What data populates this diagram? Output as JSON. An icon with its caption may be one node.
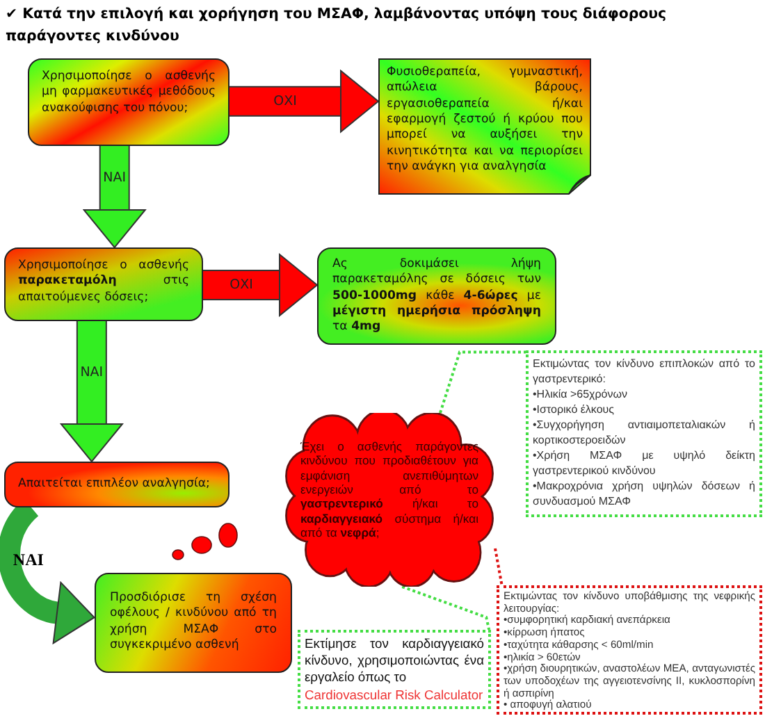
{
  "diagram": {
    "title": "✔ Κατά την επιλογή και χορήγηση του ΜΣΑΦ, λαμβάνοντας υπόψη τους διάφορους παράγοντες κινδύνου",
    "nodes": [
      {
        "text": [
          "Χρησιμοποίησε ο ασθενής μη φαρμακευτικές μεθόδους ανακούφισης του πόνου;"
        ]
      },
      {
        "text": [
          "Φυσιοθεραπεία, γυμναστική, απώλεια βάρους, εργασιοθεραπεία ή/και εφαρμογή ζεστού ή κρύου που μπορεί να αυξήσει την κινητικότητα και να περιορίσει την ανάγκη για αναλγησία"
        ]
      },
      {
        "text": [
          "Χρησιμοποίησε ο ασθενής **παρακεταμόλη** στις απαιτούμενες δόσεις;"
        ]
      },
      {
        "text": [
          "Ας δοκιμάσει λήψη παρακεταμόλης σε δόσεις των **500-1000mg** κάθε **4-6ώρες** με **μέγιστη ημερήσια πρόσληψη** τα **4mg**"
        ]
      },
      {
        "text": [
          "Απαιτείται επιπλέον αναλγησία;"
        ]
      },
      {
        "text": [
          "Έχει ο ασθενής παράγοντες κινδύνου που προδιαθέτουν για εμφάνιση ανεπιθύμητων ενεργειών από το **γαστρεντερικό** ή/και το **καρδιαγγειακό** σύστημα ή/και από τα **νεφρά**;"
        ]
      },
      {
        "text": [
          "Προσδιόρισε τη σχέση οφέλους / κινδύνου από τη χρήση ΜΣΑΦ στο συγκεκριμένο ασθενή"
        ]
      },
      {
        "text": [
          "Εκτιμώντας τον κίνδυνο επιπλοκών από το γαστρεντερικό:",
          "•Ηλικία >65χρόνων",
          "•Ιστορικό έλκους",
          "•Συγχορήγηση αντιαιμοπεταλιακών ή κορτικοστεροειδών",
          "•Χρήση ΜΣΑΦ με υψηλό δείκτη γαστρεντερικού κινδύνου",
          "•Μακροχρόνια χρήση υψηλών δόσεων ή συνδυασμού ΜΣΑΦ"
        ]
      },
      {
        "text": [
          "Εκτίμησε τον καρδιαγγειακό κίνδυνο, χρησιμοποιώντας ένα εργαλείο όπως το",
          "Cardiovascular Risk Calculator"
        ]
      },
      {
        "text": [
          "Εκτιμώντας τον κίνδυνο υποβάθμισης της νεφρικής λειτουργίας:",
          "•συμφορητική καρδιακή ανεπάρκεια",
          "•κίρρωση ήπατος",
          "•ταχύτητα κάθαρσης < 60ml/min",
          "•ηλικία > 60ετών",
          "•χρήση διουρητικών, αναστολέων ΜΕΑ, ανταγωνιστές των υποδοχέων της αγγειοτενσίνης ΙΙ, κυκλοσπορίνη ή ασπιρίνη",
          "• αποφυγή αλατιού"
        ]
      }
    ],
    "edges": [
      {
        "from": 0,
        "to": 1,
        "arrow": "to",
        "label": "ΟΧΙ",
        "color": "#ff0000"
      },
      {
        "from": 0,
        "to": 2,
        "arrow": "to",
        "label": "ΝΑΙ",
        "color": "#33ee22"
      },
      {
        "from": 2,
        "to": 3,
        "arrow": "to",
        "label": "ΟΧΙ",
        "color": "#ff0000"
      },
      {
        "from": 2,
        "to": 4,
        "arrow": "to",
        "label": "ΝΑΙ",
        "color": "#33ee22"
      },
      {
        "from": 4,
        "to": 6,
        "arrow": "to",
        "label": "ΝΑΙ",
        "color": "#2fa83a"
      },
      {
        "from": 5,
        "to": 7,
        "arrow": "none",
        "style": "dashed",
        "color": "#44dd44"
      },
      {
        "from": 5,
        "to": 8,
        "arrow": "none",
        "style": "dashed",
        "color": "#44dd44"
      },
      {
        "from": 5,
        "to": 9,
        "arrow": "none",
        "style": "dashed",
        "color": "#dd1111"
      }
    ]
  }
}
